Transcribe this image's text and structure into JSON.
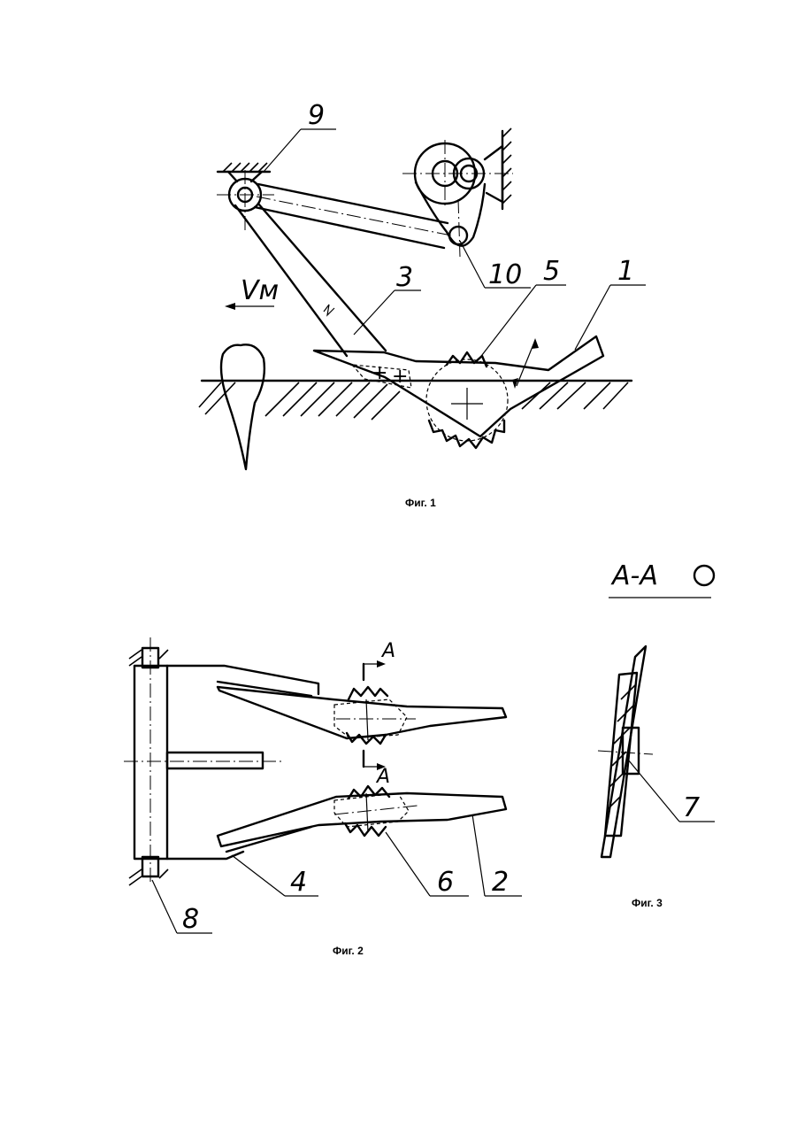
{
  "figures": {
    "fig1": {
      "caption": "Фиг. 1",
      "labels": {
        "l9": "9",
        "l10": "10",
        "l3": "3",
        "l5": "5",
        "l1": "1",
        "velocity": "Vм"
      }
    },
    "fig2": {
      "caption": "Фиг. 2",
      "labels": {
        "l4": "4",
        "l6": "6",
        "l2": "2",
        "l8": "8",
        "sectionTop": "A",
        "sectionBottom": "A"
      }
    },
    "fig3": {
      "caption": "Фиг. 3",
      "title": "A-A",
      "labels": {
        "l7": "7"
      }
    }
  }
}
